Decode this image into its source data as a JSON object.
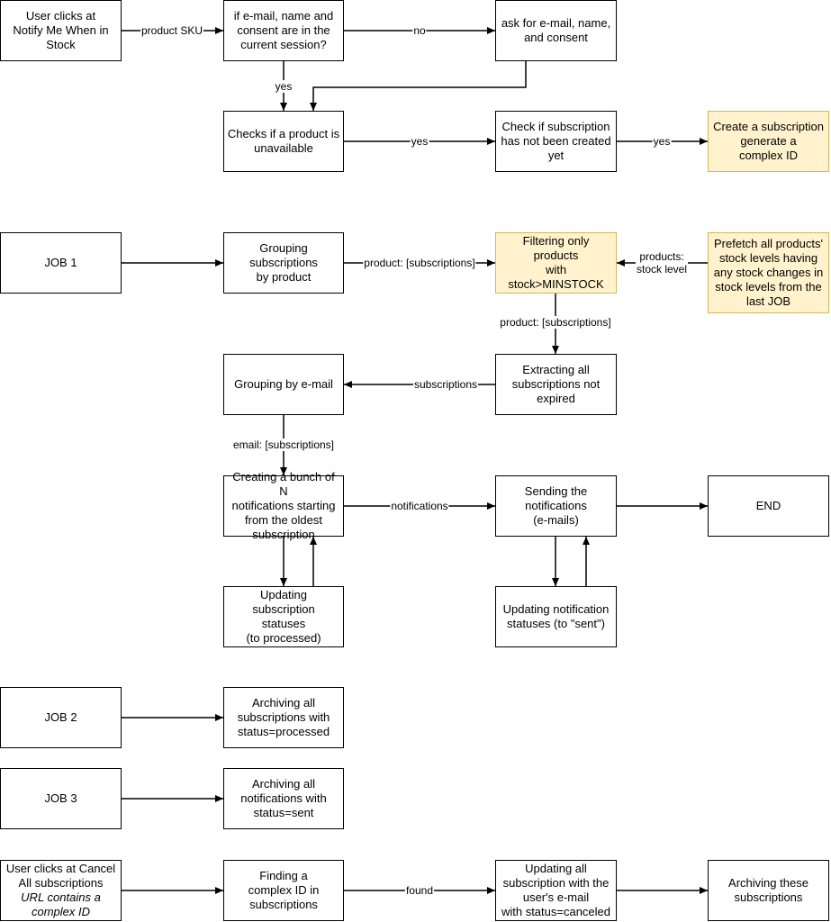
{
  "nodes": {
    "notify_click": {
      "lines": [
        "User clicks at",
        "Notify Me When in",
        "Stock"
      ]
    },
    "if_session": {
      "lines": [
        "if e-mail, name and",
        "consent are in the",
        "current session?"
      ]
    },
    "ask_email": {
      "lines": [
        "ask for e-mail, name,",
        "and consent"
      ]
    },
    "check_unavailable": {
      "lines": [
        "Checks if a product is",
        "unavailable"
      ]
    },
    "check_subscription": {
      "lines": [
        "Check if subscription",
        "has not been created",
        "yet"
      ]
    },
    "create_subscription": {
      "lines": [
        "Create a subscription",
        "generate a",
        "complex ID"
      ]
    },
    "job1": {
      "lines": [
        "JOB 1"
      ]
    },
    "grouping_by_product": {
      "lines": [
        "Grouping",
        "subscriptions",
        "by product"
      ]
    },
    "filtering": {
      "lines": [
        "Filtering only products",
        "with",
        "stock>MINSTOCK"
      ]
    },
    "prefetch": {
      "lines": [
        "Prefetch all products'",
        "stock levels having",
        "any stock changes in",
        "stock levels from the",
        "last JOB"
      ]
    },
    "grouping_by_email": {
      "lines": [
        "Grouping by e-mail"
      ]
    },
    "extracting": {
      "lines": [
        "Extracting all",
        "subscriptions not",
        "expired"
      ]
    },
    "creating_bunch": {
      "lines": [
        "Creating a bunch of N",
        "notifications starting",
        "from the oldest",
        "subscription"
      ]
    },
    "sending": {
      "lines": [
        "Sending the",
        "notifications",
        "(e-mails)"
      ]
    },
    "end": {
      "lines": [
        "END"
      ]
    },
    "updating_subscription": {
      "lines": [
        "Updating",
        "subscription",
        "statuses",
        "(to processed)"
      ]
    },
    "updating_notification": {
      "lines": [
        "Updating notification",
        "statuses (to \"sent\")"
      ]
    },
    "job2": {
      "lines": [
        "JOB 2"
      ]
    },
    "archiving_subscriptions": {
      "lines": [
        "Archiving all",
        "subscriptions with",
        "status=processed"
      ]
    },
    "job3": {
      "lines": [
        "JOB 3"
      ]
    },
    "archiving_notifications": {
      "lines": [
        "Archiving all",
        "notifications with",
        "status=sent"
      ]
    },
    "cancel_click": {
      "lines": [
        "User clicks at Cancel",
        "All subscriptions",
        "URL contains a",
        "complex ID"
      ],
      "italic_from": 2
    },
    "finding_id": {
      "lines": [
        "Finding a",
        "complex ID in",
        "subscriptions"
      ]
    },
    "updating_all": {
      "lines": [
        "Updating all",
        "subscription with the",
        "user's e-mail",
        "with status=canceled"
      ]
    },
    "archiving_these": {
      "lines": [
        "Archiving these",
        "subscriptions"
      ]
    }
  },
  "edge_labels": {
    "product_sku": {
      "lines": [
        "product SKU"
      ]
    },
    "no": {
      "lines": [
        "no"
      ]
    },
    "yes_session": {
      "lines": [
        "yes"
      ]
    },
    "yes_unavailable": {
      "lines": [
        "yes"
      ]
    },
    "yes_create": {
      "lines": [
        "yes"
      ]
    },
    "product_subscriptions_1": {
      "lines": [
        "product: [subscriptions]"
      ]
    },
    "products_stock_level": {
      "lines": [
        "products:",
        "stock level"
      ]
    },
    "product_subscriptions_2": {
      "lines": [
        "product: [subscriptions]"
      ]
    },
    "subscriptions": {
      "lines": [
        "subscriptions"
      ]
    },
    "email_subscriptions": {
      "lines": [
        "email: [subscriptions]"
      ]
    },
    "notifications": {
      "lines": [
        "notifications"
      ]
    },
    "found": {
      "lines": [
        "found"
      ]
    }
  },
  "colors": {
    "line": "#000000",
    "box_fill": "#ffffff",
    "highlight_fill": "#fff2cc",
    "highlight_border": "#d6b656"
  }
}
